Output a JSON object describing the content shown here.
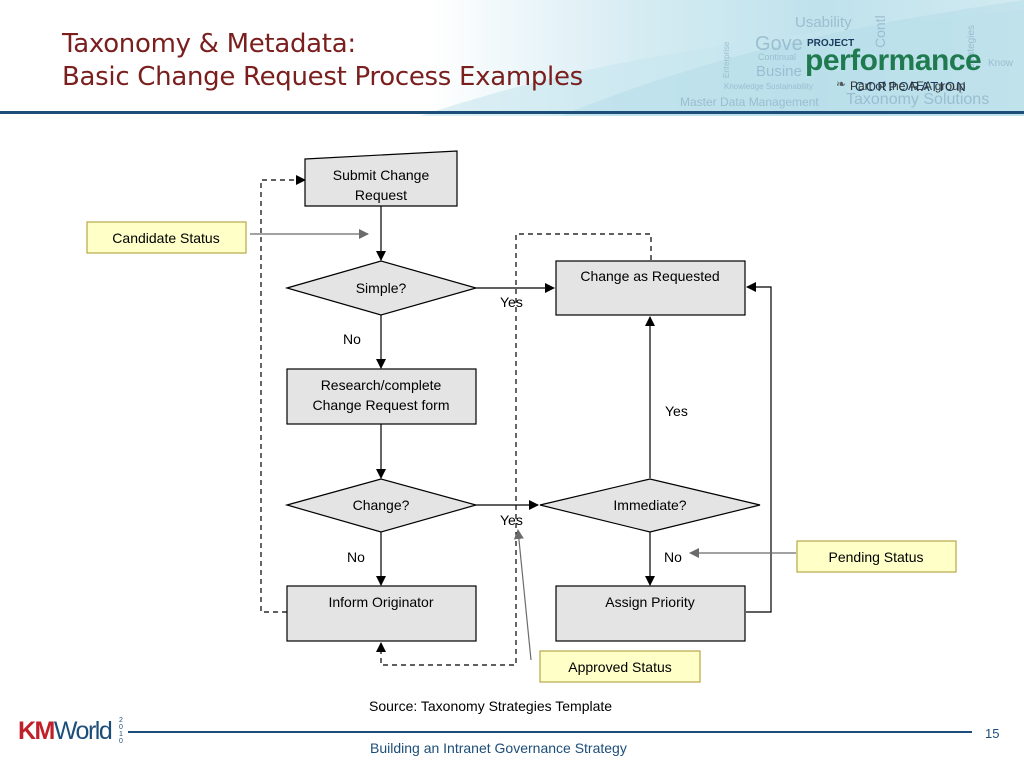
{
  "header": {
    "title_line1": "Taxonomy & Metadata:",
    "title_line2": "Basic Change Request Process Examples",
    "watermark_words": [
      "Usability",
      "Gove",
      "Busine",
      "Master Data Management",
      "Taxonomy Solutions",
      "Continual",
      "Knowledge Sustainability",
      "Enterprise",
      "Strategies",
      "Know",
      "Contl"
    ],
    "logo": {
      "project": "PROJECT",
      "performance": "performance",
      "corporation": "CORPORATION",
      "aea": "Part of the AEA group"
    }
  },
  "diagram": {
    "nodes": {
      "submit": [
        "Submit Change",
        "Request"
      ],
      "simple": "Simple?",
      "research": [
        "Research/complete",
        "Change Request form"
      ],
      "change": "Change?",
      "inform": "Inform Originator",
      "change_as_requested": "Change as Requested",
      "immediate": "Immediate?",
      "assign_priority": "Assign Priority"
    },
    "edge_labels": {
      "simple_yes": "Yes",
      "simple_no": "No",
      "change_yes": "Yes",
      "change_no": "No",
      "immediate_yes": "Yes",
      "immediate_no": "No"
    },
    "status_labels": {
      "candidate": "Candidate Status",
      "pending": "Pending Status",
      "approved": "Approved Status"
    },
    "colors": {
      "process_fill": "#e4e4e4",
      "decision_fill": "#e4e4e4",
      "status_fill": "#ffffc8",
      "status_border": "#b8a64a",
      "line": "#000000",
      "pointer": "#6b6b6b"
    }
  },
  "footer": {
    "source": "Source: Taxonomy Strategies Template",
    "page_number": "15",
    "text": "Building an Intranet Governance Strategy",
    "logo_km": "KM",
    "logo_world": "World",
    "logo_year": "2010"
  }
}
